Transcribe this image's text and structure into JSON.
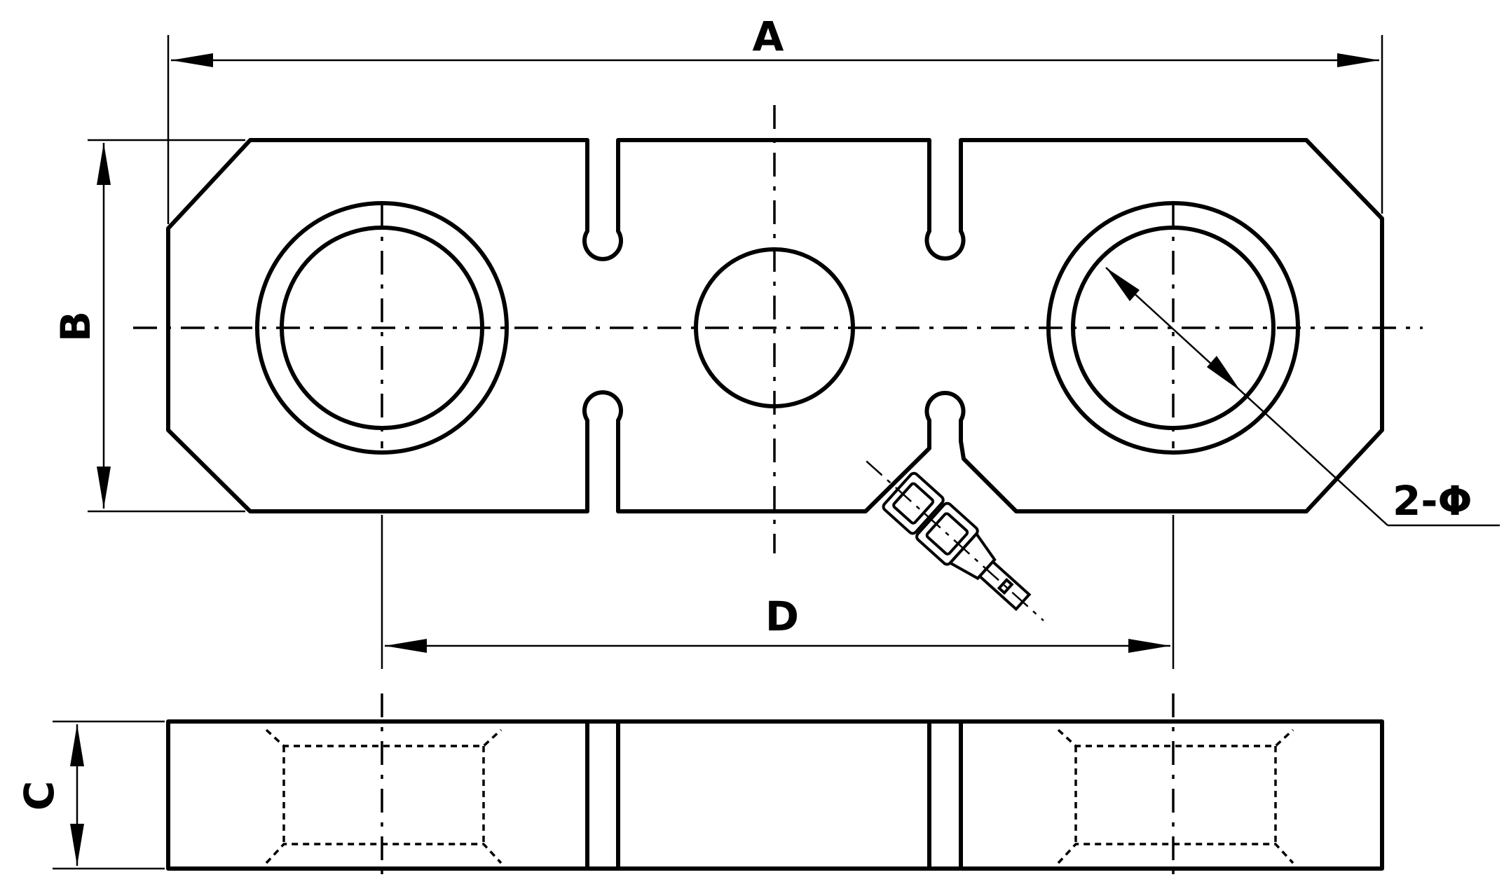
{
  "labels": {
    "a": "A",
    "b": "B",
    "c": "C",
    "d": "D",
    "phi": "2-Φ"
  }
}
